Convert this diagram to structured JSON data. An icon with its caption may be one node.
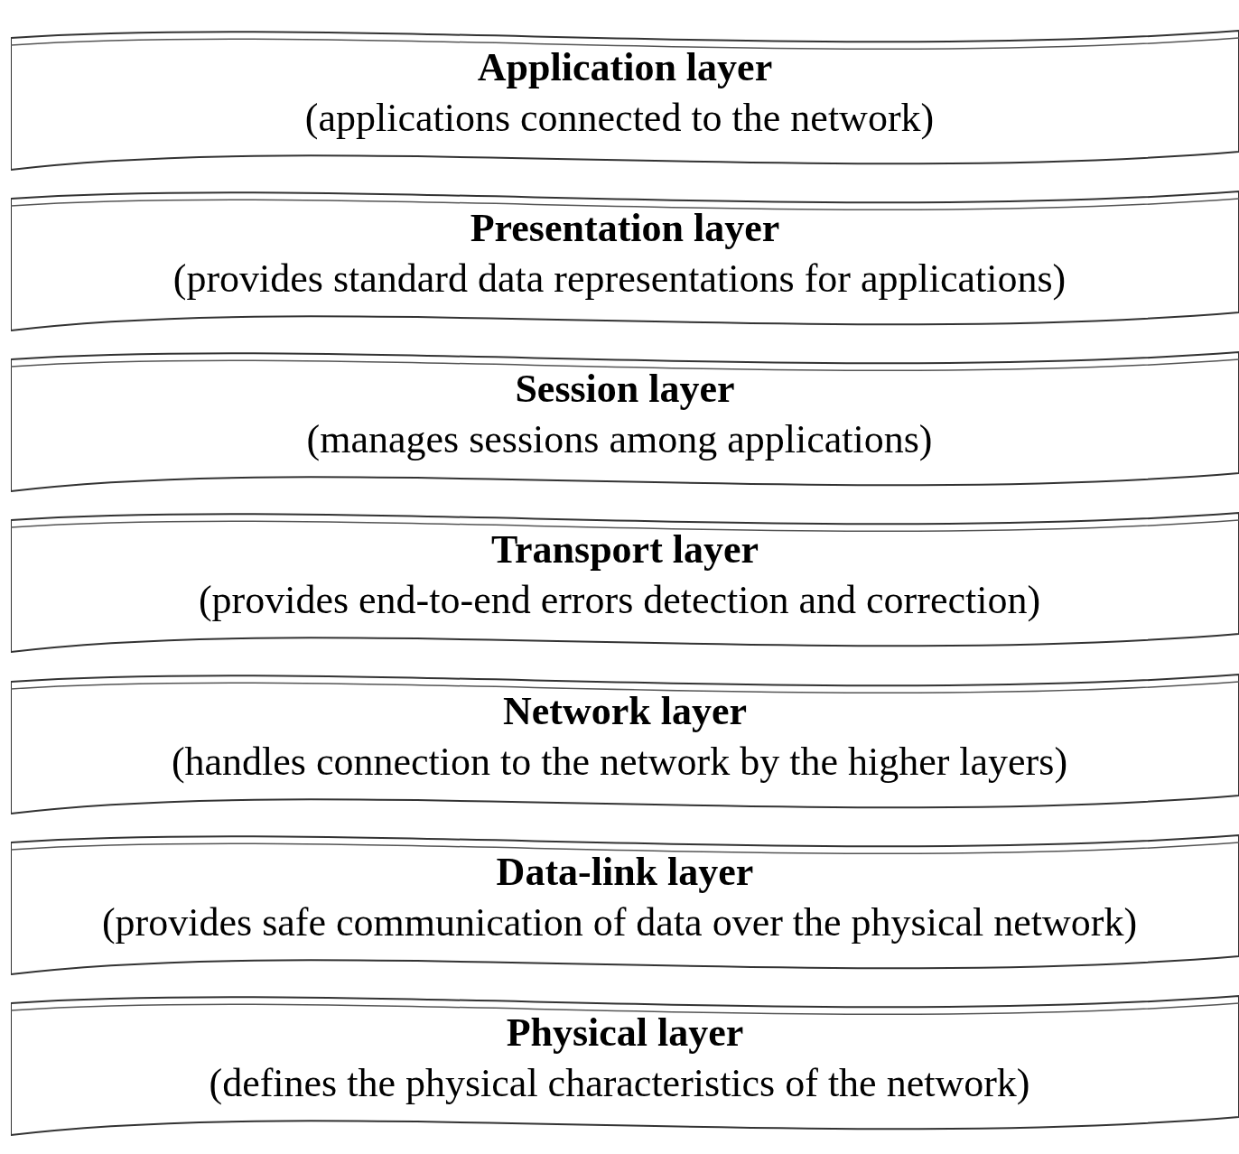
{
  "diagram": {
    "nodes": [
      {
        "text": [
          "Application layer",
          "(applications connected to the network)"
        ]
      },
      {
        "text": [
          "Presentation layer",
          "(provides standard data representations for applications)"
        ]
      },
      {
        "text": [
          "Session layer",
          "(manages sessions among applications)"
        ]
      },
      {
        "text": [
          "Transport layer",
          "(provides end-to-end errors detection and correction)"
        ]
      },
      {
        "text": [
          "Network layer",
          "(handles connection to the network by the higher layers)"
        ]
      },
      {
        "text": [
          "Data-link layer",
          "(provides safe communication of data over the physical network)"
        ]
      },
      {
        "text": [
          "Physical layer",
          "(defines the physical characteristics of the network)"
        ]
      }
    ]
  }
}
